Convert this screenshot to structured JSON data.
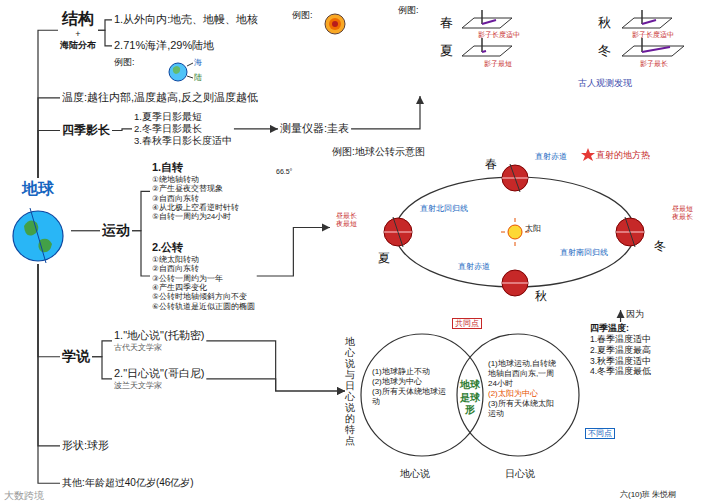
{
  "diagram": {
    "nodes": [
      {
        "text": [
          "地球"
        ]
      },
      {
        "text": [
          "结构",
          "+",
          "海陆分布"
        ]
      },
      {
        "text": [
          "1.从外向内:地壳、地幔、地核"
        ]
      },
      {
        "text": [
          "2.71%海洋,29%陆地"
        ]
      },
      {
        "text": [
          "温度:越往内部,温度越高,反之则温度越低"
        ]
      },
      {
        "text": [
          "四季影长"
        ]
      },
      {
        "text": [
          "1.夏季日影最短",
          "2.冬季日影最长",
          "3.春秋季日影长度适中"
        ]
      },
      {
        "text": [
          "测量仪器:圭表"
        ]
      },
      {
        "text": [
          "例图:"
        ]
      },
      {
        "text": [
          "运动"
        ]
      },
      {
        "text": [
          "1.自转",
          "①绕地轴转动",
          "②产生昼夜交替现象",
          "③自西向东转",
          "④从北极上空看逆时针转",
          "⑤自转一周约为24小时"
        ]
      },
      {
        "text": [
          "2.公转",
          "①绕太阳转动",
          "②自西向东转",
          "③公转一周约为一年",
          "④产生四季变化",
          "⑤公转时地轴倾斜方向不变",
          "⑥公转轨道是近似正圆的椭圆"
        ]
      },
      {
        "text": [
          "例图:地球公转示意图"
        ]
      },
      {
        "text": [
          "四季温度:",
          "1.春季温度适中",
          "2.夏季温度最高",
          "3.秋季温度适中",
          "4.冬季温度最低"
        ]
      },
      {
        "text": [
          "学说"
        ]
      },
      {
        "text": [
          "1.\"地心说\"(托勒密)",
          "古代天文学家"
        ]
      },
      {
        "text": [
          "2.\"日心说\"(哥白尼)",
          "波兰天文学家"
        ]
      },
      {
        "text": [
          "地心说与日心说的特点"
        ]
      },
      {
        "text": [
          "(1)地球静止不动",
          "(2)地球为中心",
          "(3)所有天体绕地球运动"
        ]
      },
      {
        "text": [
          "(1)地球运动,自转绕地轴自西向东,一周24小时",
          "(2)太阳为中心",
          "(3)所有天体绕太阳运动"
        ]
      },
      {
        "text": [
          "地球是球形"
        ]
      },
      {
        "text": [
          "形状:球形"
        ]
      },
      {
        "text": [
          "其他:年龄超过40亿岁(46亿岁)"
        ]
      }
    ],
    "edges": [
      {
        "from": 0,
        "to": 1,
        "arrow": "none"
      },
      {
        "from": 0,
        "to": 4,
        "arrow": "none"
      },
      {
        "from": 0,
        "to": 5,
        "arrow": "none"
      },
      {
        "from": 0,
        "to": 9,
        "arrow": "none"
      },
      {
        "from": 0,
        "to": 14,
        "arrow": "none"
      },
      {
        "from": 0,
        "to": 21,
        "arrow": "none"
      },
      {
        "from": 0,
        "to": 22,
        "arrow": "none"
      },
      {
        "from": 1,
        "to": 2,
        "arrow": "none"
      },
      {
        "from": 1,
        "to": 3,
        "arrow": "none"
      },
      {
        "from": 5,
        "to": 6,
        "arrow": "none"
      },
      {
        "from": 6,
        "to": 7,
        "arrow": "to"
      },
      {
        "from": 7,
        "to": 8,
        "arrow": "to"
      },
      {
        "from": 9,
        "to": 10,
        "arrow": "none"
      },
      {
        "from": 9,
        "to": 11,
        "arrow": "none"
      },
      {
        "from": 11,
        "to": 12,
        "arrow": "to"
      },
      {
        "from": 13,
        "to": 12,
        "label": "因为",
        "arrow": "to"
      },
      {
        "from": 14,
        "to": 15,
        "arrow": "none"
      },
      {
        "from": 14,
        "to": 16,
        "arrow": "none"
      },
      {
        "from": 15,
        "to": 17,
        "arrow": "to"
      },
      {
        "from": 16,
        "to": 17,
        "arrow": "to"
      }
    ],
    "labels": [
      "例图:",
      "例图:",
      "海",
      "陆",
      "春",
      "夏",
      "秋",
      "冬",
      "影子长度适中",
      "影子最短",
      "影子长度适中",
      "影子最长",
      "古人观测发现",
      "直射赤道",
      "直射北回归线",
      "昼最长夜最短",
      "太阳",
      "直射赤道",
      "直射南回归线",
      "昼最短夜最长",
      "直射的地方热",
      "春",
      "夏",
      "冬",
      "秋",
      "共同点",
      "不同点",
      "地心说",
      "日心说",
      "66.5°",
      "六(10)班 朱悦桐",
      "大数跨境"
    ]
  }
}
